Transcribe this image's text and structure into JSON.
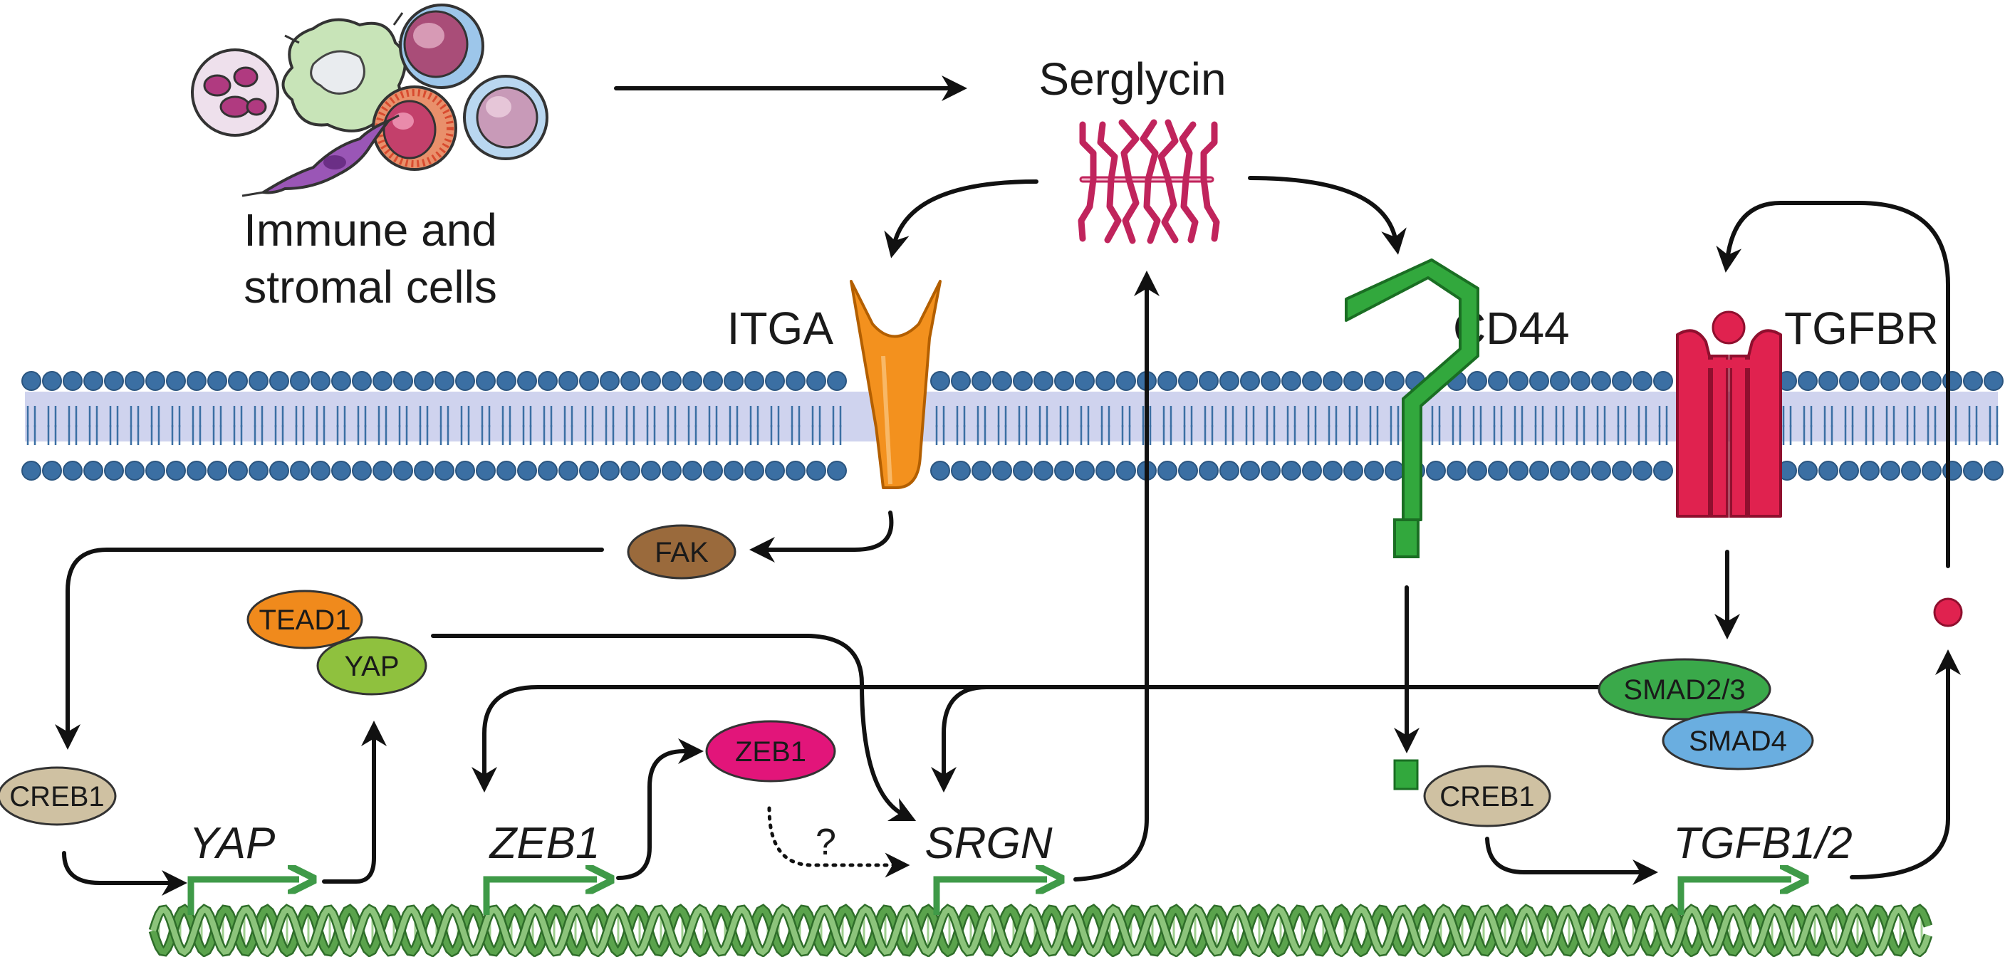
{
  "labels": {
    "cells": [
      "Immune and",
      "stromal cells"
    ],
    "serglycin": "Serglycin",
    "itga": "ITGA",
    "cd44": "CD44",
    "tgfbr": "TGFBR",
    "question": "?"
  },
  "ellipses": {
    "fak": "FAK",
    "tead1": "TEAD1",
    "yap": "YAP",
    "zeb1": "ZEB1",
    "creb1_left": "CREB1",
    "creb1_right": "CREB1",
    "smad23": "SMAD2/3",
    "smad4": "SMAD4"
  },
  "genes": {
    "yap": "YAP",
    "zeb1": "ZEB1",
    "srgn": "SRGN",
    "tgfb": "TGFB1/2"
  },
  "colors": {
    "membrane_head": "#3b6fa3",
    "membrane_core": "#cfd3ee",
    "itga": "#f3911e",
    "cd44": "#2fa13a",
    "tgfbr": "#e0224f",
    "fak": "#9a6a3c",
    "tead1": "#f08a1c",
    "yap": "#8fc13e",
    "zeb1": "#e2157a",
    "creb1": "#cfc1a2",
    "smad23": "#3aa94a",
    "smad4": "#6aaee0",
    "dna": "#5aa34c",
    "promoter_arrow": "#3f9a48",
    "serglycin": "#c0245c"
  }
}
